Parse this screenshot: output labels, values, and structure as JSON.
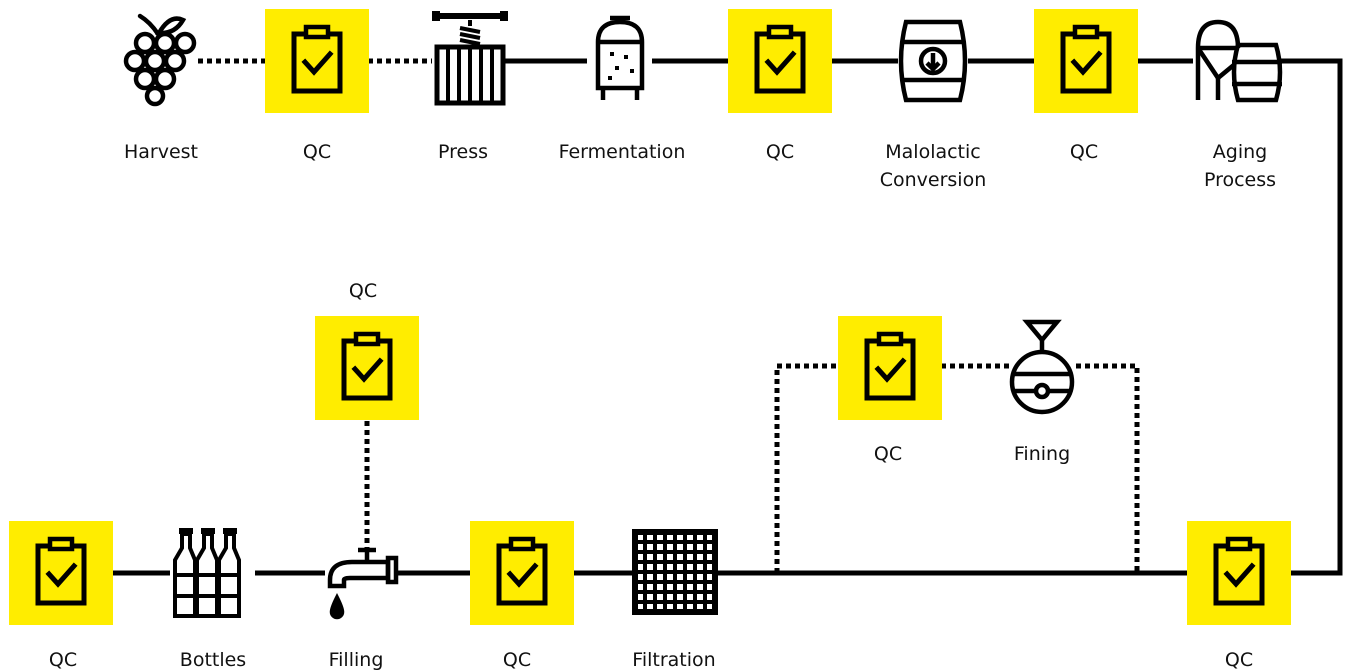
{
  "colors": {
    "accent": "#FFED00",
    "line": "#000000",
    "text": "#111111"
  },
  "labels": {
    "harvest": "Harvest",
    "qc_harvest": "QC",
    "press": "Press",
    "fermentation": "Fermentation",
    "qc_fermentation": "QC",
    "malolactic_line1": "Malolactic",
    "malolactic_line2": "Conversion",
    "qc_malolactic": "QC",
    "aging_line1": "Aging",
    "aging_line2": "Process",
    "qc_filling": "QC",
    "qc_fining": "QC",
    "fining": "Fining",
    "qc_bottles": "QC",
    "bottles": "Bottles",
    "filling": "Filling",
    "qc_filtration": "QC",
    "filtration": "Filtration",
    "qc_aging": "QC"
  },
  "icons": {
    "harvest": "grapes-icon",
    "qc": "clipboard-check-icon",
    "press": "wine-press-icon",
    "fermentation": "fermentation-tank-icon",
    "malolactic": "barrel-down-arrow-icon",
    "aging": "tank-and-barrel-icon",
    "fining": "funnel-barrel-icon",
    "bottles": "bottles-icon",
    "filling": "faucet-icon",
    "filtration": "filter-grid-icon"
  }
}
